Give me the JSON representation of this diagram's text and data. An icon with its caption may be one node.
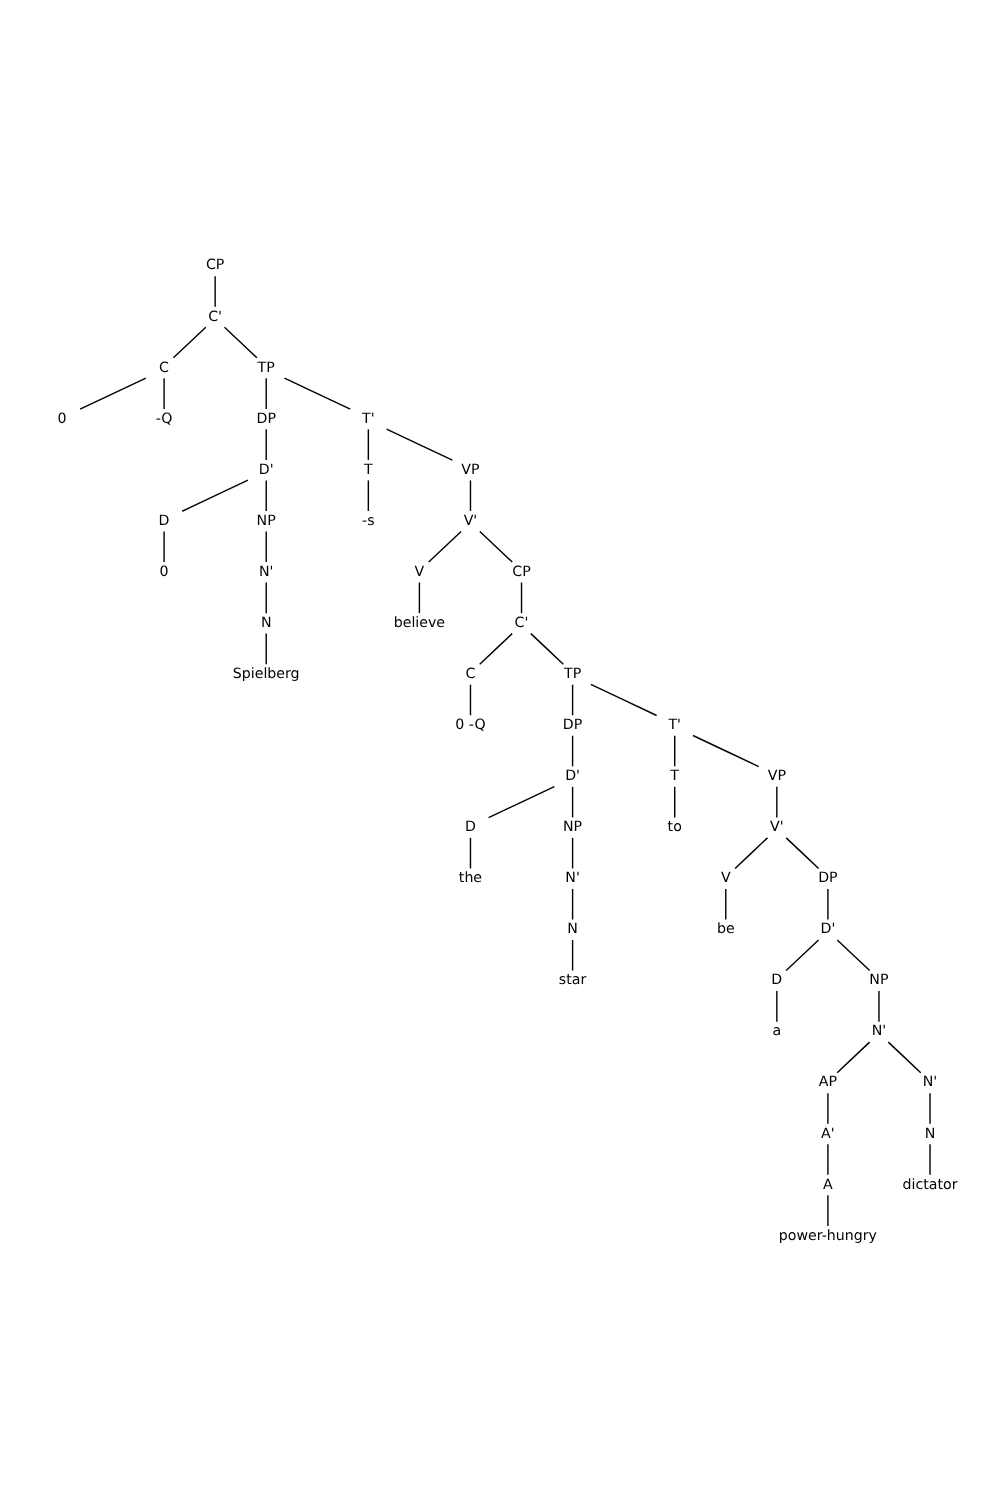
{
  "diagram": {
    "nodes": [
      {
        "text": [
          "CP"
        ]
      },
      {
        "text": [
          "C'"
        ]
      },
      {
        "text": [
          "C"
        ]
      },
      {
        "text": [
          "0"
        ]
      },
      {
        "text": [
          "-Q"
        ]
      },
      {
        "text": [
          "TP"
        ]
      },
      {
        "text": [
          "DP"
        ]
      },
      {
        "text": [
          "D'"
        ]
      },
      {
        "text": [
          "D"
        ]
      },
      {
        "text": [
          "0"
        ]
      },
      {
        "text": [
          "NP"
        ]
      },
      {
        "text": [
          "N'"
        ]
      },
      {
        "text": [
          "N"
        ]
      },
      {
        "text": [
          "Spielberg"
        ]
      },
      {
        "text": [
          "T'"
        ]
      },
      {
        "text": [
          "T"
        ]
      },
      {
        "text": [
          "-s"
        ]
      },
      {
        "text": [
          "VP"
        ]
      },
      {
        "text": [
          "V'"
        ]
      },
      {
        "text": [
          "V"
        ]
      },
      {
        "text": [
          "believe"
        ]
      },
      {
        "text": [
          "CP"
        ]
      },
      {
        "text": [
          "C'"
        ]
      },
      {
        "text": [
          "C"
        ]
      },
      {
        "text": [
          "0 -Q"
        ]
      },
      {
        "text": [
          "TP"
        ]
      },
      {
        "text": [
          "DP"
        ]
      },
      {
        "text": [
          "D'"
        ]
      },
      {
        "text": [
          "D"
        ]
      },
      {
        "text": [
          "the"
        ]
      },
      {
        "text": [
          "NP"
        ]
      },
      {
        "text": [
          "N'"
        ]
      },
      {
        "text": [
          "N"
        ]
      },
      {
        "text": [
          "star"
        ]
      },
      {
        "text": [
          "T'"
        ]
      },
      {
        "text": [
          "T"
        ]
      },
      {
        "text": [
          "to"
        ]
      },
      {
        "text": [
          "VP"
        ]
      },
      {
        "text": [
          "V'"
        ]
      },
      {
        "text": [
          "V"
        ]
      },
      {
        "text": [
          "be"
        ]
      },
      {
        "text": [
          "DP"
        ]
      },
      {
        "text": [
          "D'"
        ]
      },
      {
        "text": [
          "D"
        ]
      },
      {
        "text": [
          "a"
        ]
      },
      {
        "text": [
          "NP"
        ]
      },
      {
        "text": [
          "N'"
        ]
      },
      {
        "text": [
          "AP"
        ]
      },
      {
        "text": [
          "A'"
        ]
      },
      {
        "text": [
          "A"
        ]
      },
      {
        "text": [
          "power-hungry"
        ]
      },
      {
        "text": [
          "N'"
        ]
      },
      {
        "text": [
          "N"
        ]
      },
      {
        "text": [
          "dictator"
        ]
      }
    ],
    "edges": [
      {
        "from": 0,
        "to": 1,
        "arrow": "none"
      },
      {
        "from": 1,
        "to": 2,
        "arrow": "none"
      },
      {
        "from": 2,
        "to": 3,
        "arrow": "none"
      },
      {
        "from": 2,
        "to": 4,
        "arrow": "none"
      },
      {
        "from": 1,
        "to": 5,
        "arrow": "none"
      },
      {
        "from": 5,
        "to": 6,
        "arrow": "none"
      },
      {
        "from": 6,
        "to": 7,
        "arrow": "none"
      },
      {
        "from": 7,
        "to": 8,
        "arrow": "none"
      },
      {
        "from": 8,
        "to": 9,
        "arrow": "none"
      },
      {
        "from": 7,
        "to": 10,
        "arrow": "none"
      },
      {
        "from": 10,
        "to": 11,
        "arrow": "none"
      },
      {
        "from": 11,
        "to": 12,
        "arrow": "none"
      },
      {
        "from": 12,
        "to": 13,
        "arrow": "none"
      },
      {
        "from": 5,
        "to": 14,
        "arrow": "none"
      },
      {
        "from": 14,
        "to": 15,
        "arrow": "none"
      },
      {
        "from": 15,
        "to": 16,
        "arrow": "none"
      },
      {
        "from": 14,
        "to": 17,
        "arrow": "none"
      },
      {
        "from": 17,
        "to": 18,
        "arrow": "none"
      },
      {
        "from": 18,
        "to": 19,
        "arrow": "none"
      },
      {
        "from": 19,
        "to": 20,
        "arrow": "none"
      },
      {
        "from": 18,
        "to": 21,
        "arrow": "none"
      },
      {
        "from": 21,
        "to": 22,
        "arrow": "none"
      },
      {
        "from": 22,
        "to": 23,
        "arrow": "none"
      },
      {
        "from": 23,
        "to": 24,
        "arrow": "none"
      },
      {
        "from": 22,
        "to": 25,
        "arrow": "none"
      },
      {
        "from": 25,
        "to": 26,
        "arrow": "none"
      },
      {
        "from": 26,
        "to": 27,
        "arrow": "none"
      },
      {
        "from": 27,
        "to": 28,
        "arrow": "none"
      },
      {
        "from": 28,
        "to": 29,
        "arrow": "none"
      },
      {
        "from": 27,
        "to": 30,
        "arrow": "none"
      },
      {
        "from": 30,
        "to": 31,
        "arrow": "none"
      },
      {
        "from": 31,
        "to": 32,
        "arrow": "none"
      },
      {
        "from": 32,
        "to": 33,
        "arrow": "none"
      },
      {
        "from": 25,
        "to": 34,
        "arrow": "none"
      },
      {
        "from": 34,
        "to": 35,
        "arrow": "none"
      },
      {
        "from": 35,
        "to": 36,
        "arrow": "none"
      },
      {
        "from": 34,
        "to": 37,
        "arrow": "none"
      },
      {
        "from": 37,
        "to": 38,
        "arrow": "none"
      },
      {
        "from": 38,
        "to": 39,
        "arrow": "none"
      },
      {
        "from": 39,
        "to": 40,
        "arrow": "none"
      },
      {
        "from": 38,
        "to": 41,
        "arrow": "none"
      },
      {
        "from": 41,
        "to": 42,
        "arrow": "none"
      },
      {
        "from": 42,
        "to": 43,
        "arrow": "none"
      },
      {
        "from": 43,
        "to": 44,
        "arrow": "none"
      },
      {
        "from": 42,
        "to": 45,
        "arrow": "none"
      },
      {
        "from": 45,
        "to": 46,
        "arrow": "none"
      },
      {
        "from": 46,
        "to": 47,
        "arrow": "none"
      },
      {
        "from": 47,
        "to": 48,
        "arrow": "none"
      },
      {
        "from": 48,
        "to": 49,
        "arrow": "none"
      },
      {
        "from": 49,
        "to": 50,
        "arrow": "none"
      },
      {
        "from": 46,
        "to": 51,
        "arrow": "none"
      },
      {
        "from": 51,
        "to": 52,
        "arrow": "none"
      },
      {
        "from": 52,
        "to": 53,
        "arrow": "none"
      }
    ]
  }
}
